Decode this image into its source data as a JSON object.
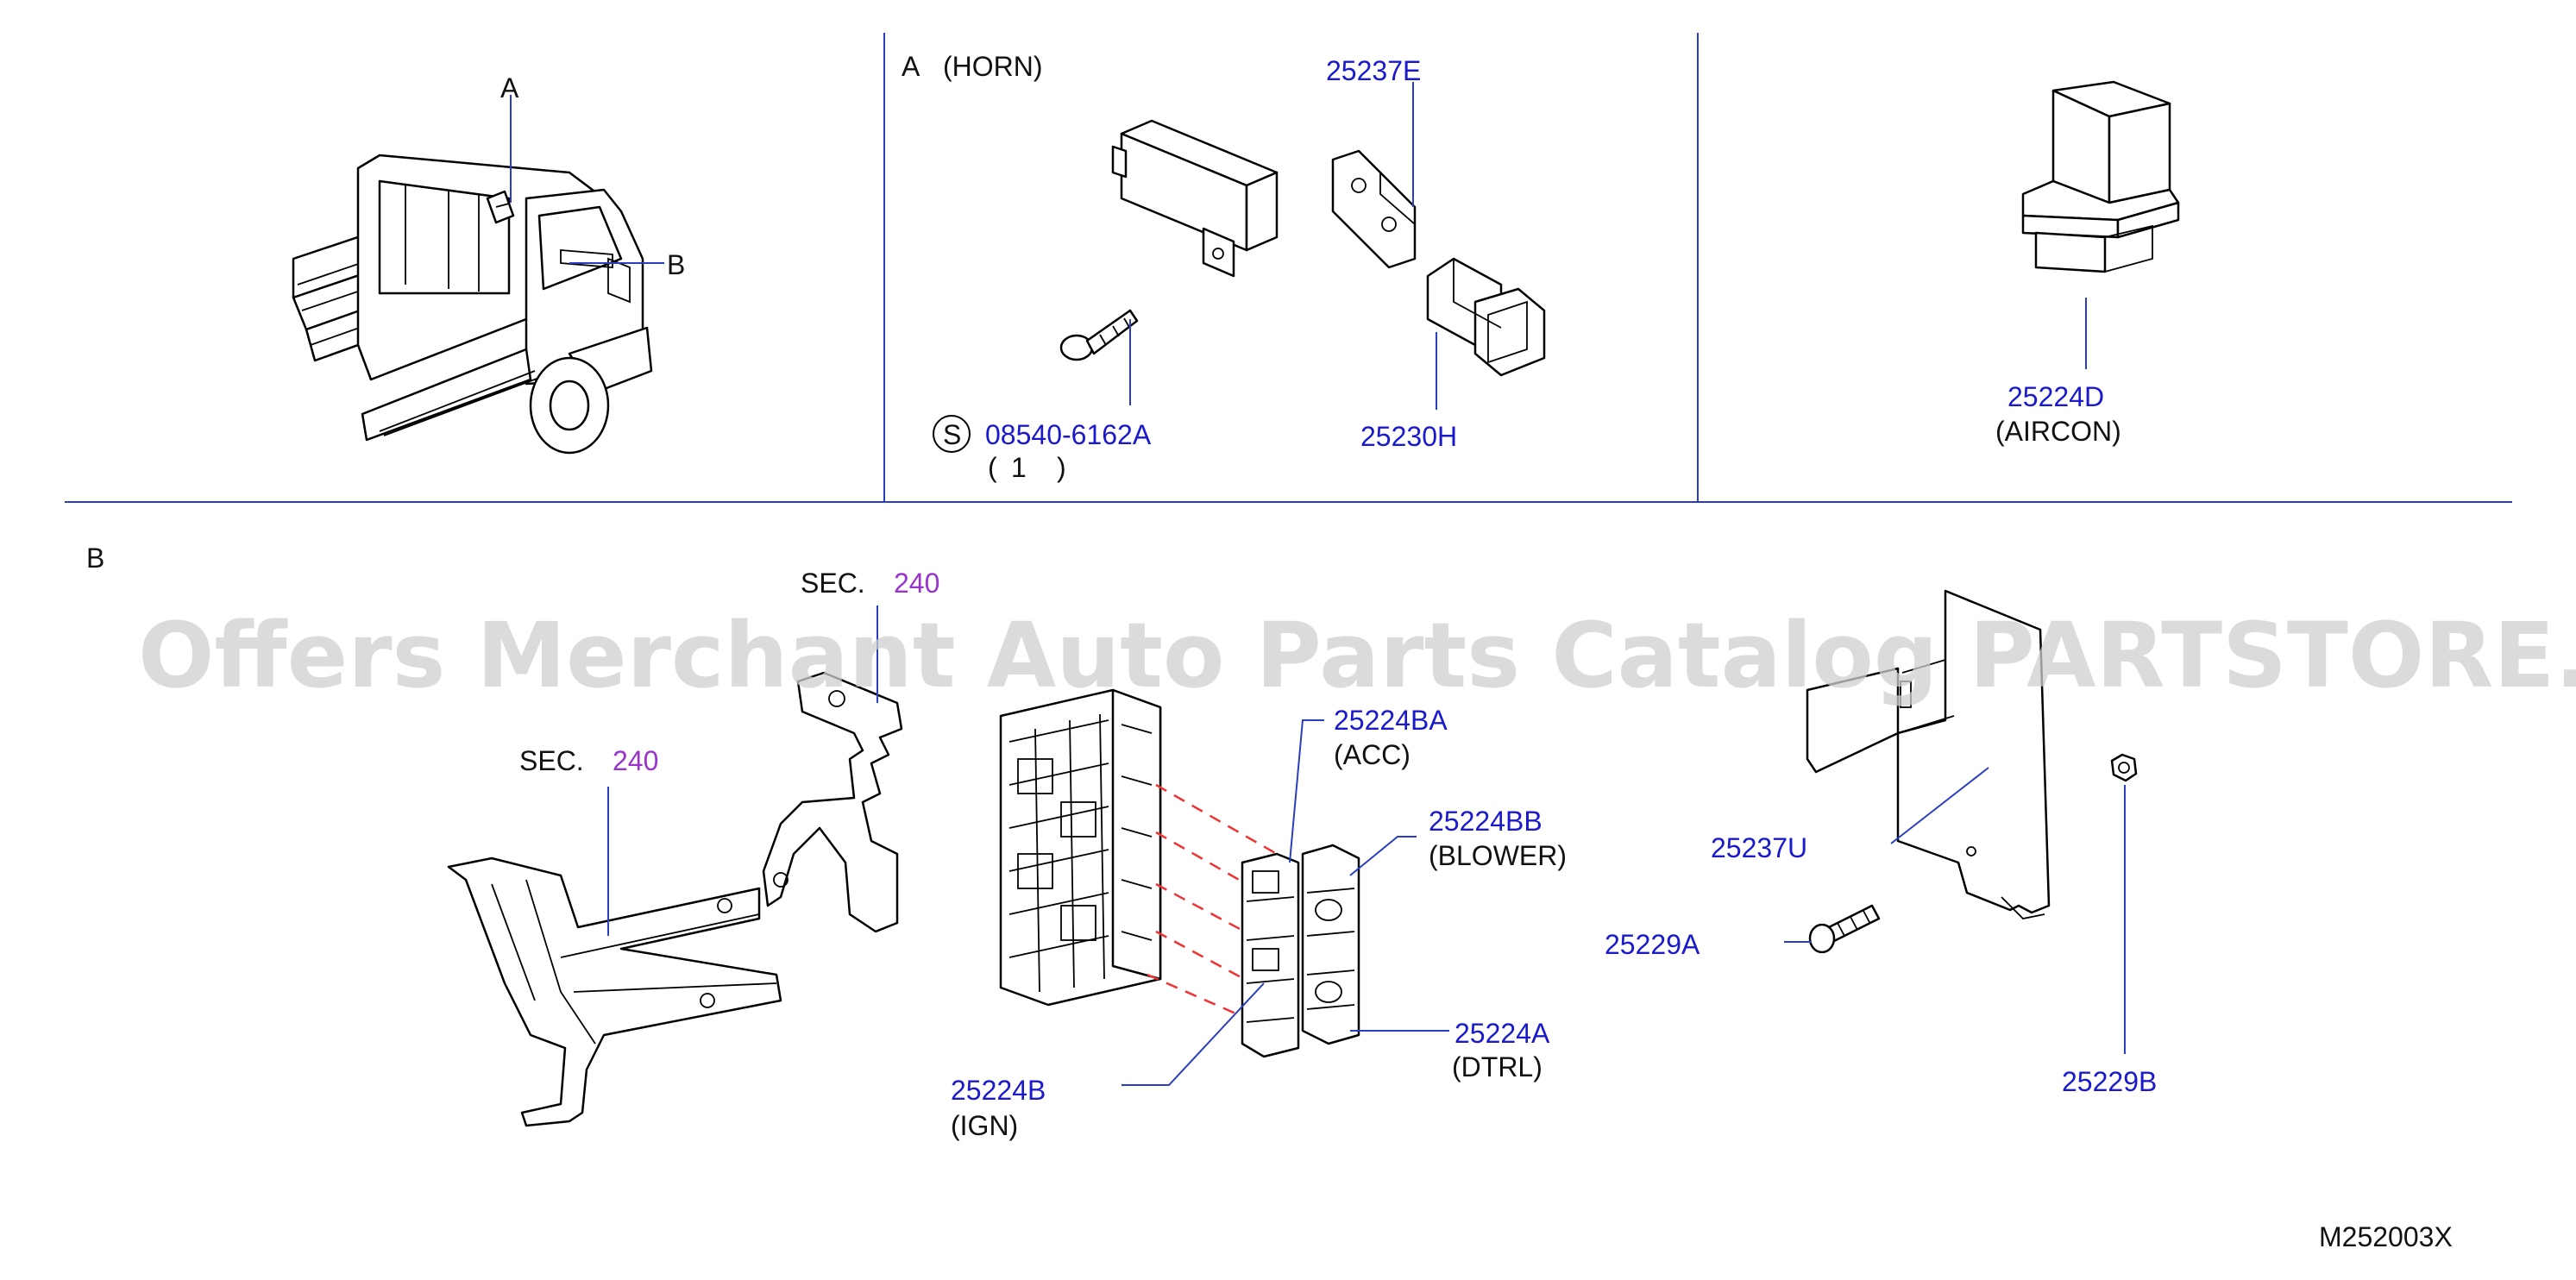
{
  "labels": {
    "truck_a": "A",
    "truck_b": "B",
    "horn_title_letter": "A",
    "horn_title": "(HORN)",
    "p25237E": "25237E",
    "p25230H": "25230H",
    "s_symbol": "S",
    "p08540": "08540-6162A",
    "qty_open": "(",
    "qty_value": "1",
    "qty_close": ")",
    "p25224D": "25224D",
    "aircon": "(AIRCON)",
    "section_b": "B",
    "sec1": "SEC.",
    "sec1_num": "240",
    "sec2": "SEC.",
    "sec2_num": "240",
    "p25224BA": "25224BA",
    "acc": "(ACC)",
    "p25224BB": "25224BB",
    "blower": "(BLOWER)",
    "p25224A": "25224A",
    "dtrl": "(DTRL)",
    "p25224B": "25224B",
    "ign": "(IGN)",
    "p25237U": "25237U",
    "p25229A": "25229A",
    "p25229B": "25229B",
    "figure_code": "M252003X"
  },
  "watermark": "Offers Merchant Auto Parts Catalog PARTSTORE.SA",
  "colors": {
    "part_number": "#1a1acc",
    "section_ref": "#9933cc",
    "frame_line": "#2a3fbf",
    "dashed_guide": "#ee3333",
    "watermark": "#cfcfcf"
  }
}
